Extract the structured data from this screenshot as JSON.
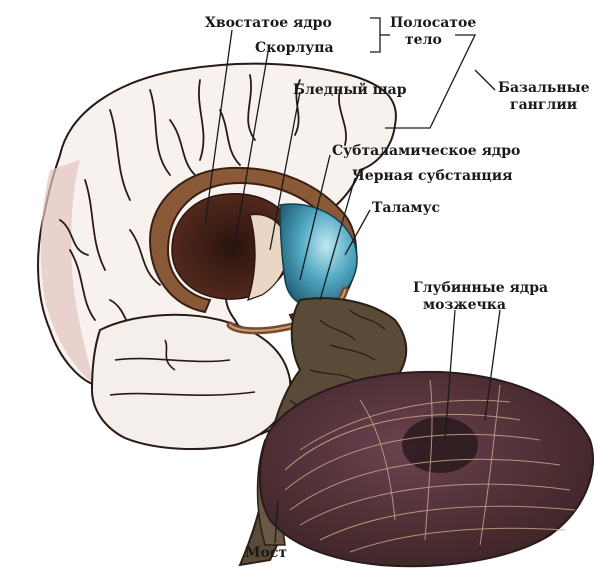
{
  "labels": {
    "caudate": "Хвостатое ядро",
    "putamen": "Скорлупа",
    "striatum_line1": "Полосатое",
    "striatum_line2": "тело",
    "basal_line1": "Базальные",
    "basal_line2": "ганглии",
    "globus_pallidus": "Бледный шар",
    "subthalamic": "Субталамическое ядро",
    "substantia_nigra": "Черная субстанция",
    "thalamus": "Таламус",
    "deep_nuclei_line1": "Глубинные ядра",
    "deep_nuclei_line2": "мозжечка",
    "pons": "Мост"
  },
  "colors": {
    "cortex": "#f7f2ee",
    "cortex_shade": "#e8cfc8",
    "caudate": "#7a4a2e",
    "putamen_dark": "#2a1410",
    "thalamus": "#5fb3c8",
    "brainstem": "#5a4a38",
    "cerebellum": "#5b3a3a",
    "cerebellum_light": "#8a6068"
  }
}
